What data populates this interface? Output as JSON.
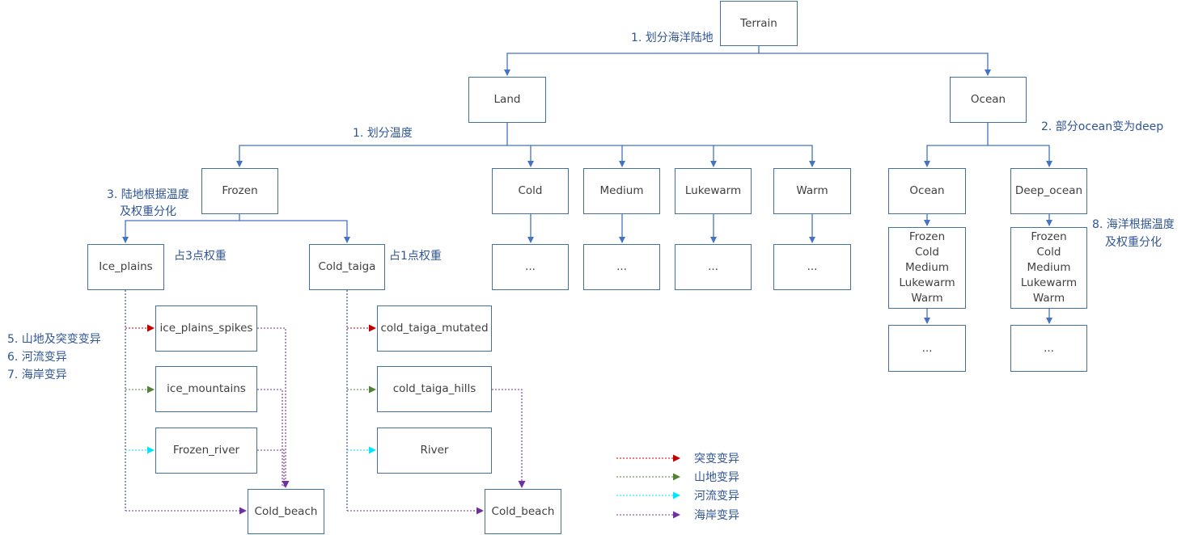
{
  "nodes": {
    "terrain": "Terrain",
    "land": "Land",
    "ocean": "Ocean",
    "frozen": "Frozen",
    "cold": "Cold",
    "medium": "Medium",
    "lukewarm": "Lukewarm",
    "warm": "Warm",
    "ocean_sub": "Ocean",
    "deep_ocean": "Deep_ocean",
    "ice_plains": "Ice_plains",
    "cold_taiga": "Cold_taiga",
    "ice_plains_spikes": "ice_plains_spikes",
    "ice_mountains": "ice_mountains",
    "frozen_river": "Frozen_river",
    "cold_beach_left": "Cold_beach",
    "cold_taiga_mutated": "cold_taiga_mutated",
    "cold_taiga_hills": "cold_taiga_hills",
    "river": "River",
    "cold_beach_right": "Cold_beach",
    "ellipsis": "..."
  },
  "ocean_temp_list": [
    "Frozen",
    "Cold",
    "Medium",
    "Lukewarm",
    "Warm"
  ],
  "labels": {
    "split_sea_land": "1. 划分海洋陆地",
    "split_temp": "1. 划分温度",
    "ocean_to_deep": "2. 部分ocean变为deep",
    "land_by_temp_1": "3. 陆地根据温度",
    "land_by_temp_2": "及权重分化",
    "weight_3": "占3点权重",
    "weight_1": "占1点权重",
    "mut_1": "5. 山地及突变变异",
    "mut_2": "6. 河流变异",
    "mut_3": "7. 海岸变异",
    "ocean_by_temp_1": "8. 海洋根据温度",
    "ocean_by_temp_2": "及权重分化"
  },
  "legend": [
    {
      "label": "突变变异",
      "color": "#c00000"
    },
    {
      "label": "山地变异",
      "color": "#548235"
    },
    {
      "label": "河流变异",
      "color": "#00e5ff"
    },
    {
      "label": "海岸变异",
      "color": "#7030a0"
    }
  ],
  "colors": {
    "box_border": "#41719c",
    "solid_line": "#4472c4",
    "text_label": "#2f5597",
    "mutation": "#c00000",
    "mountain": "#548235",
    "river": "#00e5ff",
    "coast": "#7030a0",
    "trunk": "#2f3f8f"
  }
}
